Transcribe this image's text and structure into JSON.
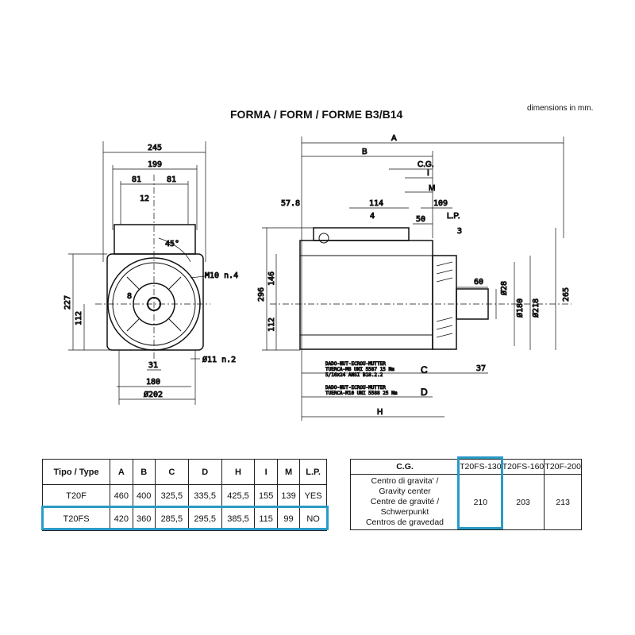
{
  "header": {
    "title": "FORMA / FORM / FORME B3/B14",
    "units_note": "dimensions in mm."
  },
  "front_view": {
    "d245": "245",
    "d199": "199",
    "d81a": "81",
    "d81b": "81",
    "d12": "12",
    "angle": "45°",
    "thread": "M10  n.4",
    "d8": "8",
    "d227": "227",
    "d112": "112",
    "hole": "Ø11  n.2",
    "d31": "31",
    "d180": "180",
    "d202": "Ø202"
  },
  "side_view": {
    "A": "A",
    "B": "B",
    "CG": "C.G.",
    "I": "I",
    "M": "M",
    "d57": "57.8",
    "d114": "114",
    "d109": "109",
    "d4": "4",
    "d50": "50",
    "LP": "L.P.",
    "d3": "3",
    "d296": "296",
    "d146": "146",
    "d112": "112",
    "d60": "60",
    "d28": "Ø28",
    "d180": "Ø180",
    "d218": "Ø218",
    "d265": "265",
    "C": "C",
    "d37": "37",
    "D": "D",
    "H": "H",
    "note1": [
      "DADO-NUT-ECROU-MUTTER",
      "TUERCA-M8 UNI 5587 15 Nm",
      "5/16x24 ANSI B18.2.2"
    ],
    "note2": [
      "DADO-NUT-ECROU-MUTTER",
      "TUERCA-M10 UNI 5588 25 Nm"
    ]
  },
  "dimension_table": {
    "headers": [
      "Tipo / Type",
      "A",
      "B",
      "C",
      "D",
      "H",
      "I",
      "M",
      "L.P."
    ],
    "rows": [
      [
        "T20F",
        "460",
        "400",
        "325,5",
        "335,5",
        "425,5",
        "155",
        "139",
        "YES"
      ],
      [
        "T20FS",
        "420",
        "360",
        "285,5",
        "295,5",
        "385,5",
        "115",
        "99",
        "NO"
      ]
    ],
    "highlight_color": "#2a9bc7"
  },
  "cg_table": {
    "header": "C.G.",
    "models": [
      "T20FS-130",
      "T20FS-160",
      "T20F-200"
    ],
    "label_lines": [
      "Centro di gravita' /",
      "Gravity center",
      "Centre de gravité /",
      "Schwerpunkt",
      "Centros de gravedad"
    ],
    "values": [
      "210",
      "203",
      "213"
    ]
  }
}
